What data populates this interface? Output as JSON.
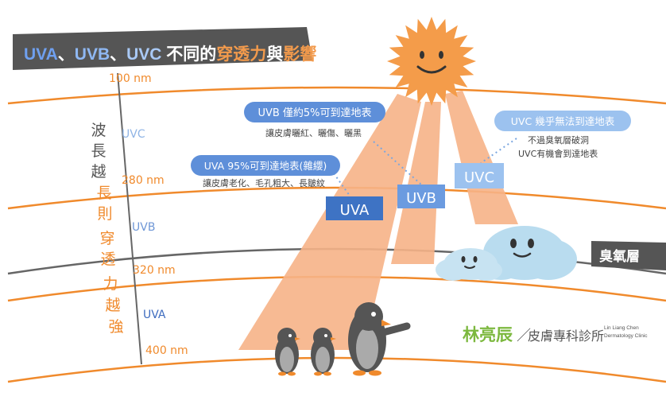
{
  "title": {
    "uva": "UVA",
    "sep1": "、",
    "uvb": "UVB",
    "sep2": "、",
    "uvc": "UVC",
    "rest": " 不同的",
    "accent1": "穿透力",
    "mid": "與",
    "accent2": "影響"
  },
  "wavelengths": [
    "100 nm",
    "280 nm",
    "320 nm",
    "400 nm"
  ],
  "bands": [
    "UVC",
    "UVB",
    "UVA"
  ],
  "vertical_text": {
    "part1": [
      "波",
      "長",
      "越"
    ],
    "part2": [
      "長",
      "則",
      "穿",
      "透",
      "力",
      "越",
      "強"
    ]
  },
  "beams": [
    "UVA",
    "UVB",
    "UVC"
  ],
  "callouts": {
    "uvb": {
      "title": "UVB 僅約5%可到達地表",
      "desc": "讓皮膚曬紅、曬傷、曬黑"
    },
    "uva": {
      "title": "UVA 95%可到達地表(雜纓)",
      "desc": "讓皮膚老化、毛孔粗大、長皺紋"
    },
    "uvc": {
      "title": "UVC 幾乎無法到達地表",
      "desc": [
        "不過臭氧層破洞",
        "UVC有機會到達地表"
      ]
    }
  },
  "ozone_label": "臭氧層",
  "brand": {
    "name": "林亮辰",
    "slash": "／",
    "clinic": "皮膚專科診所",
    "en": [
      "Lin Liang Chen",
      "Dermatology Clinic"
    ]
  },
  "colors": {
    "orange": "#f08a2c",
    "beam": "#f6b287",
    "uva_box": "#3e73c4",
    "uvb_box": "#6b9be0",
    "uvc_box": "#9cc2ef",
    "callout": "#5e8fd9",
    "dark": "#555555",
    "green": "#7cb83e",
    "cloud": "#b9dcef"
  },
  "icons": [
    "sun-icon",
    "cloud-icon",
    "penguin-icon"
  ]
}
